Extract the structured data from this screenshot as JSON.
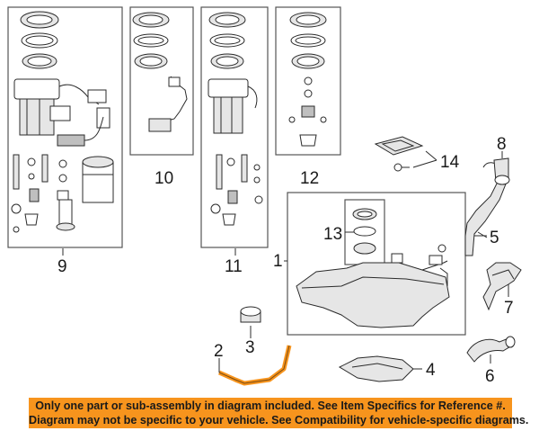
{
  "callouts": {
    "c1": "1",
    "c2": "2",
    "c3": "3",
    "c4": "4",
    "c5": "5",
    "c6": "6",
    "c7": "7",
    "c8": "8",
    "c9": "9",
    "c10": "10",
    "c11": "11",
    "c12": "12",
    "c13": "13",
    "c14": "14"
  },
  "banner": {
    "line1": "Only one part or sub-assembly in diagram included. See Item Specifics for Reference #.",
    "line2": "Diagram may not be specific to your vehicle. See Compatibility for vehicle-specific diagrams."
  },
  "colors": {
    "banner_bg": "#f7941d",
    "highlight_part": "#f7941d"
  }
}
